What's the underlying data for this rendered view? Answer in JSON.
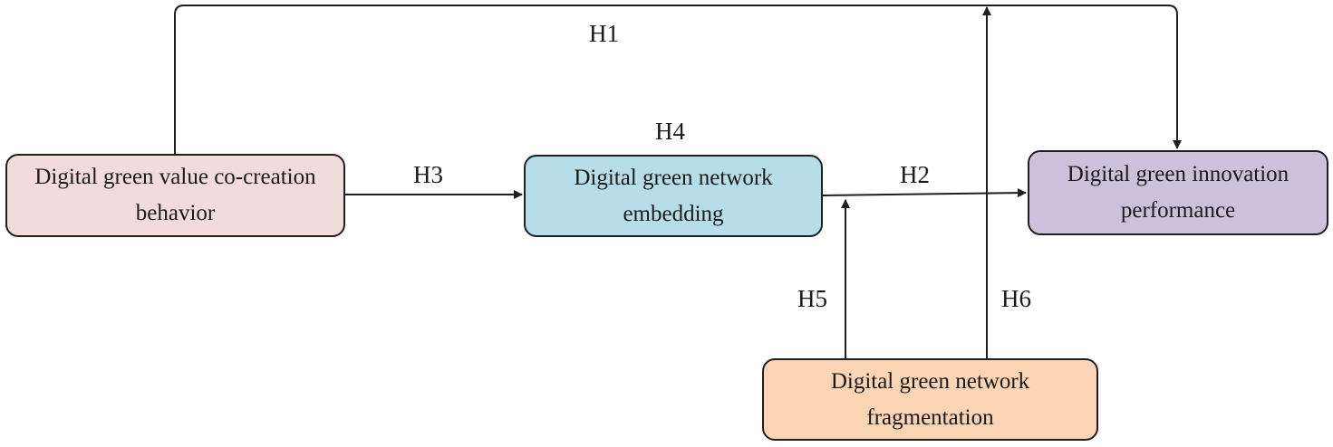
{
  "nodes": {
    "value_cocreation": "Digital green value co-creation behavior",
    "network_embedding": "Digital green network embedding",
    "innovation_performance": "Digital green innovation performance",
    "network_fragmentation": "Digital green network fragmentation"
  },
  "hypotheses": {
    "h1": "H1",
    "h2": "H2",
    "h3": "H3",
    "h4": "H4",
    "h5": "H5",
    "h6": "H6"
  },
  "colors": {
    "value_cocreation_fill": "#f2dcdb",
    "network_embedding_fill": "#b7dde8",
    "innovation_performance_fill": "#ccc1da",
    "network_fragmentation_fill": "#fbd4b4",
    "line": "#1f1f1f"
  }
}
